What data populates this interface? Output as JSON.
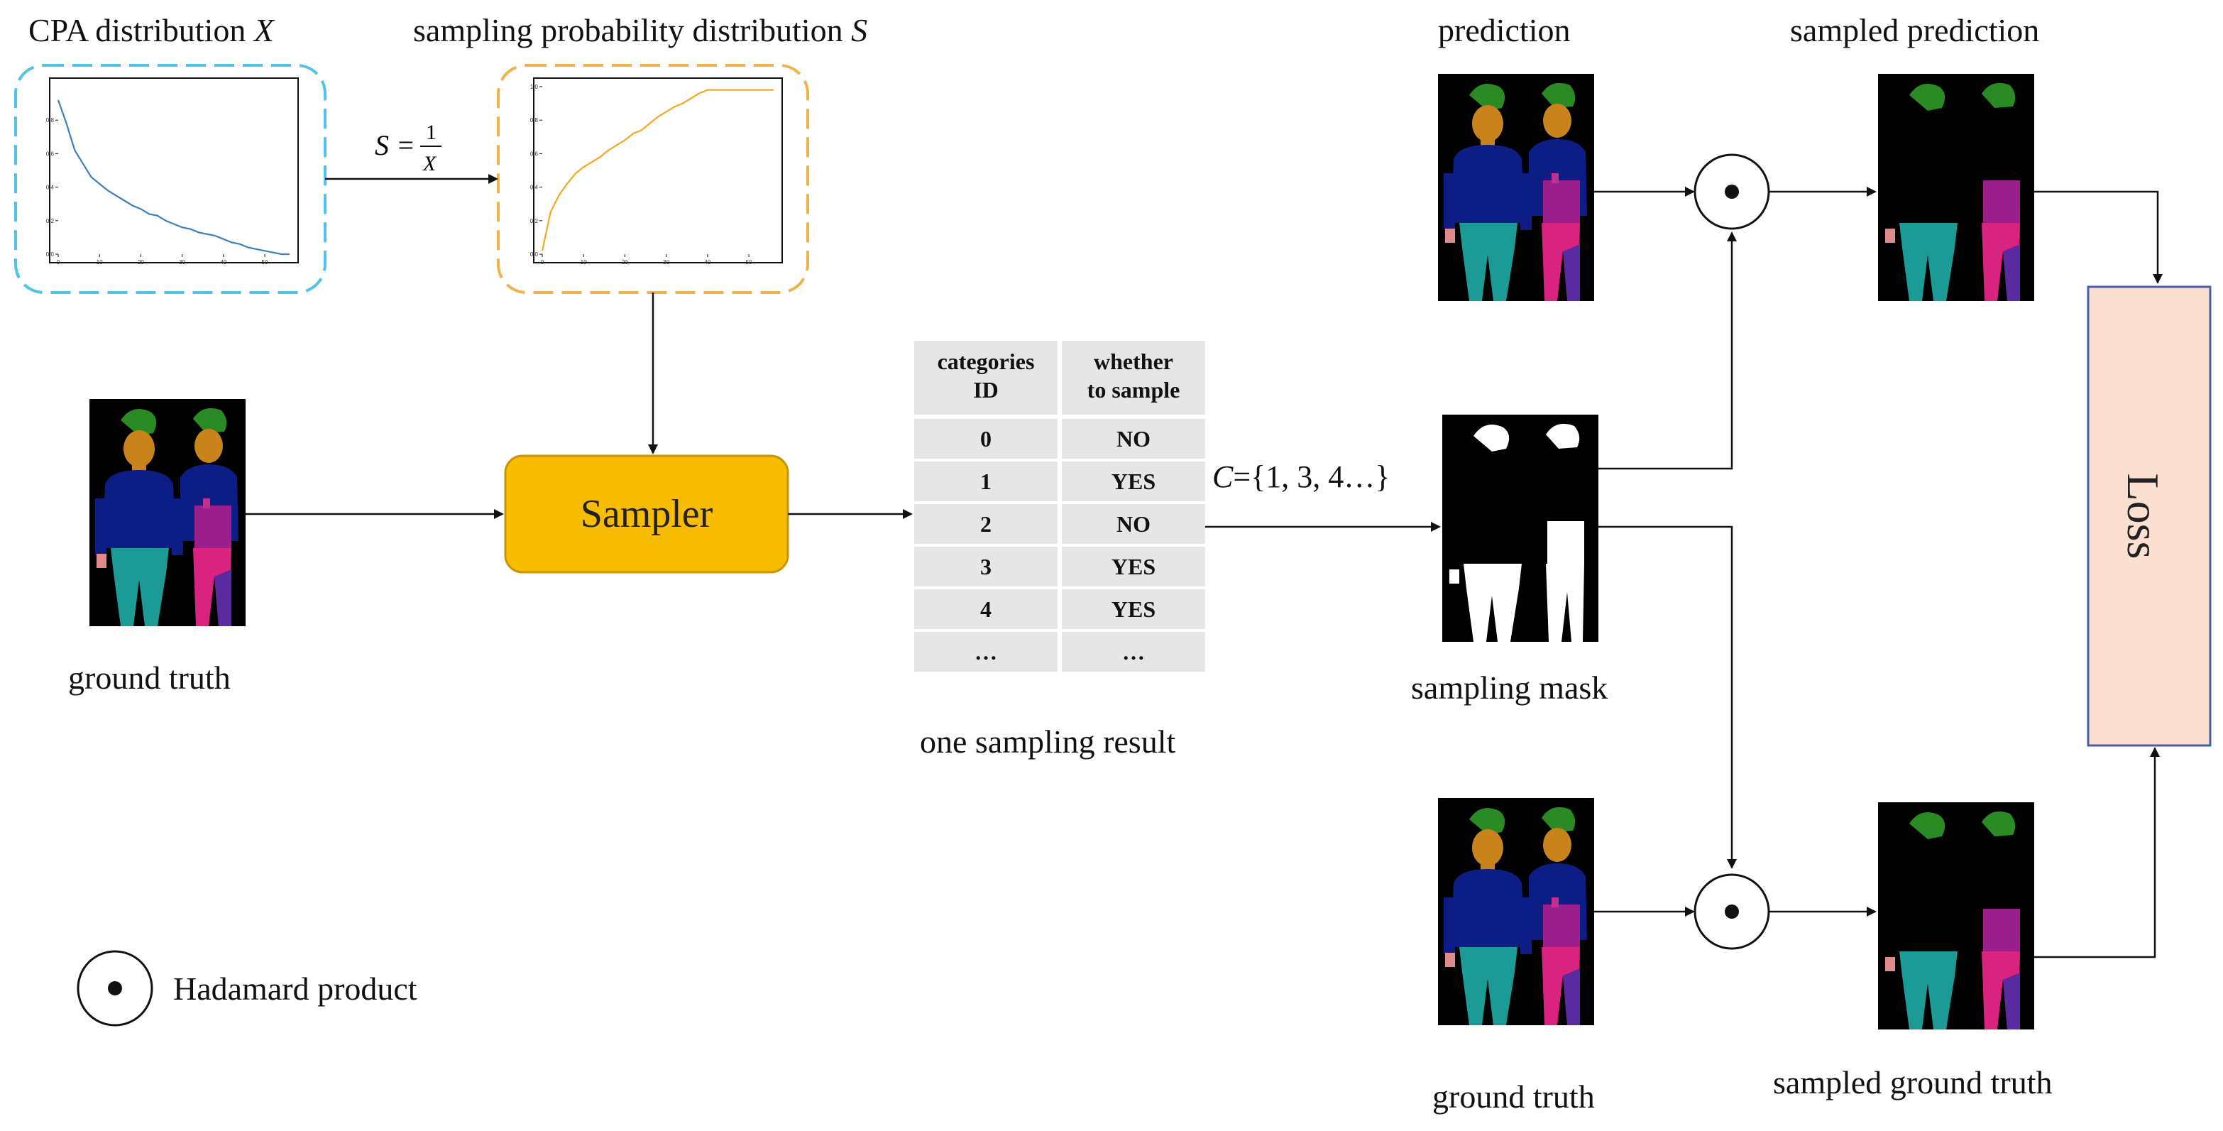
{
  "labels": {
    "cpa_distribution": "CPA distribution",
    "cpa_var": "X",
    "sampling_prob": "sampling probability distribution",
    "sampling_var": "S",
    "formula_lhs": "S =",
    "formula_num": "1",
    "formula_den": "X",
    "ground_truth_left": "ground truth",
    "sampler": "Sampler",
    "one_sampling_result": "one sampling result",
    "c_set": "C={1, 3, 4…}",
    "prediction": "prediction",
    "sampled_prediction": "sampled prediction",
    "sampling_mask": "sampling mask",
    "ground_truth_bottom": "ground truth",
    "sampled_ground_truth": "sampled ground truth",
    "loss": "Loss",
    "legend": "Hadamard product"
  },
  "table": {
    "headers": [
      [
        "categories",
        "ID"
      ],
      [
        "whether",
        "to sample"
      ]
    ],
    "rows": [
      [
        "0",
        "NO"
      ],
      [
        "1",
        "YES"
      ],
      [
        "2",
        "NO"
      ],
      [
        "3",
        "YES"
      ],
      [
        "4",
        "YES"
      ],
      [
        "…",
        "…"
      ]
    ]
  },
  "colors": {
    "cpa_border": "#4fc3e8",
    "sampling_border": "#f0b24a",
    "cpa_line": "#3b7fc0",
    "sampling_line": "#f5a623",
    "sampler_fill": "#f8bd00",
    "loss_fill": "#fbe0d2",
    "loss_border": "#4a5fa8"
  },
  "icons": [
    "hadamard-product-icon",
    "segmentation-image"
  ],
  "chart_data": [
    {
      "type": "line",
      "x": [
        0,
        2,
        4,
        6,
        8,
        10,
        12,
        14,
        16,
        18,
        20,
        22,
        24,
        26,
        28,
        30,
        32,
        34,
        36,
        38,
        40,
        42,
        44,
        46,
        48,
        50,
        52,
        54,
        56
      ],
      "values": [
        0.92,
        0.78,
        0.62,
        0.54,
        0.46,
        0.42,
        0.38,
        0.35,
        0.32,
        0.29,
        0.27,
        0.24,
        0.23,
        0.2,
        0.18,
        0.16,
        0.15,
        0.13,
        0.12,
        0.11,
        0.09,
        0.07,
        0.06,
        0.04,
        0.03,
        0.02,
        0.01,
        0.0,
        0.0
      ],
      "xlim": [
        0,
        56
      ],
      "ylim": [
        0,
        1.0
      ],
      "xticks": [
        "0",
        "10",
        "20",
        "30",
        "40",
        "50"
      ],
      "yticks": [
        "0.0",
        "0.2",
        "0.4",
        "0.6",
        "0.8"
      ]
    },
    {
      "type": "line",
      "x": [
        0,
        2,
        4,
        6,
        8,
        10,
        12,
        14,
        16,
        18,
        20,
        22,
        24,
        26,
        28,
        30,
        32,
        34,
        36,
        38,
        40,
        42,
        44,
        46,
        48,
        50,
        52,
        54,
        56
      ],
      "values": [
        0.02,
        0.25,
        0.35,
        0.42,
        0.48,
        0.52,
        0.55,
        0.58,
        0.62,
        0.65,
        0.68,
        0.72,
        0.74,
        0.78,
        0.82,
        0.85,
        0.88,
        0.9,
        0.93,
        0.96,
        0.98,
        0.98,
        0.98,
        0.98,
        0.98,
        0.98,
        0.98,
        0.98,
        0.98
      ],
      "xlim": [
        0,
        56
      ],
      "ylim": [
        0,
        1.0
      ],
      "xticks": [
        "0",
        "10",
        "20",
        "30",
        "40",
        "50"
      ],
      "yticks": [
        "0.0",
        "0.2",
        "0.4",
        "0.6",
        "0.8",
        "1.0"
      ]
    }
  ]
}
